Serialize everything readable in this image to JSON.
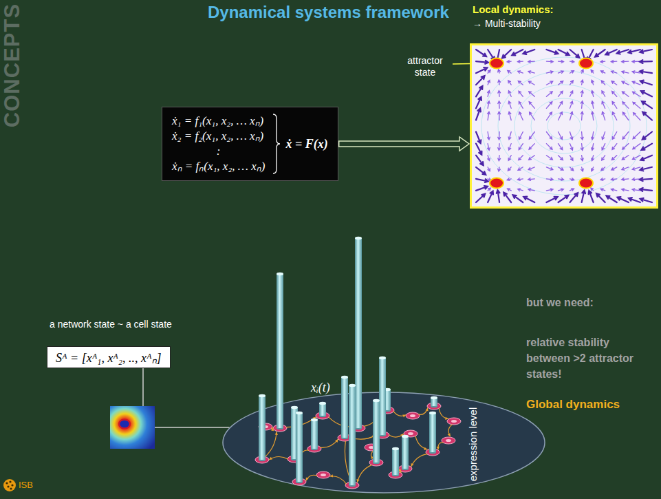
{
  "diagram": {
    "title": "Dynamical systems framework",
    "nodes": [
      {
        "text": [
          "ẋ₁ = f₁(x₁, x₂, … xₙ)",
          "ẋ₂ = f₂(x₁, x₂, … xₙ)",
          ":",
          "ẋₙ = fₙ(x₁, x₂, … xₙ)",
          "ẋ = F(x)"
        ]
      },
      {
        "text": [
          "Local dynamics:",
          "→ Multi-stability"
        ]
      },
      {
        "text": [
          "Sᴬ = [xᴬ₁, xᴬ₂, .., xᴬₙ]"
        ]
      },
      {
        "text": [
          "expression level"
        ]
      }
    ],
    "edges": [
      {
        "from": 0,
        "to": 1,
        "arrow": "to"
      },
      {
        "from": 2,
        "to": 3,
        "arrow": "none"
      }
    ],
    "labels": [
      "CONCEPTS",
      "attractor state",
      "a network state ~ a cell state",
      "xᵢ(t)",
      "but we need:",
      "relative stability between >2 attractor states!",
      "Global dynamics",
      "ISB"
    ]
  }
}
